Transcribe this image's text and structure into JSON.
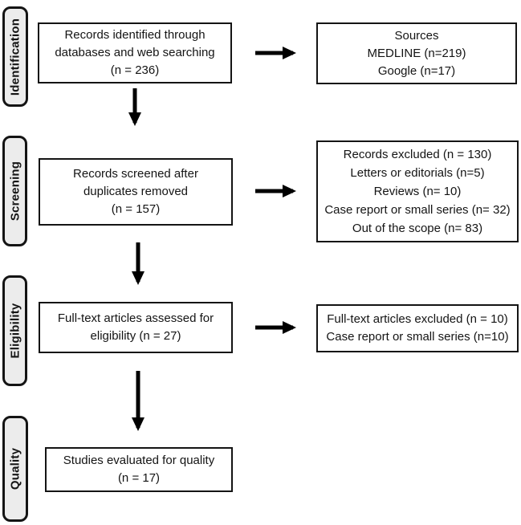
{
  "diagram": {
    "stages": [
      {
        "label": "Identification"
      },
      {
        "label": "Screening"
      },
      {
        "label": "Eligibility"
      },
      {
        "label": "Quality"
      }
    ],
    "boxes": {
      "identified": {
        "lines": [
          "Records identified through",
          "databases and web searching",
          "(n = 236)"
        ]
      },
      "sources": {
        "lines": [
          "Sources",
          "MEDLINE (n=219)",
          "Google (n=17)"
        ]
      },
      "screened": {
        "lines": [
          "Records screened after",
          "duplicates removed",
          "(n = 157)"
        ]
      },
      "excluded": {
        "lines": [
          "Records excluded (n = 130)",
          "Letters or editorials (n=5)",
          "Reviews (n= 10)",
          "Case report or small series (n= 32)",
          "Out of the scope (n= 83)"
        ]
      },
      "fulltext": {
        "lines": [
          "Full-text articles assessed for",
          "eligibility (n = 27)"
        ]
      },
      "fulltext_excluded": {
        "lines": [
          "Full-text articles excluded (n = 10)",
          "Case report or small series  (n=10)"
        ]
      },
      "quality": {
        "lines": [
          "Studies evaluated for quality",
          "(n = 17)"
        ]
      }
    },
    "colors": {
      "box_border": "#141414",
      "stage_fill": "#ececec",
      "arrow": "#000000",
      "background": "#ffffff",
      "text": "#141414"
    }
  }
}
